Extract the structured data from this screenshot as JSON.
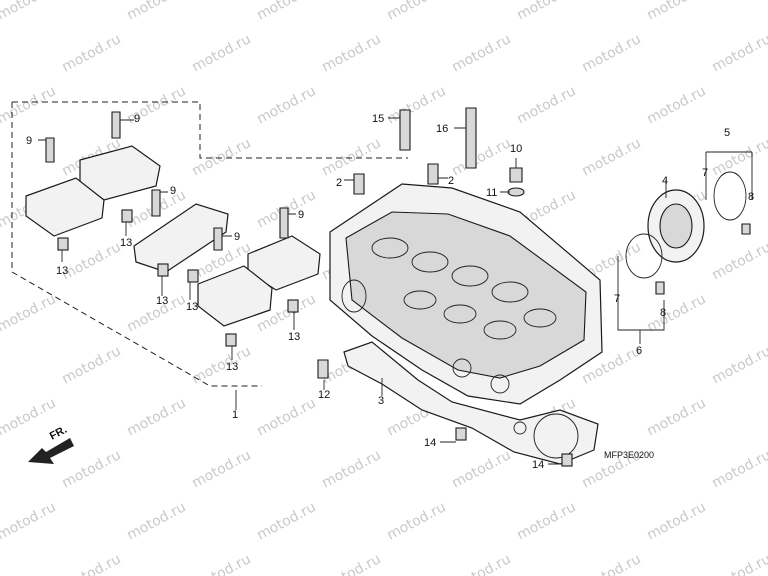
{
  "watermark": {
    "text": "motod.ru"
  },
  "diagram_code": "MFP3E0200",
  "direction_label": "FR.",
  "callouts": {
    "c1": "1",
    "c2a": "2",
    "c2b": "2",
    "c3": "3",
    "c4": "4",
    "c5": "5",
    "c6": "6",
    "c7a": "7",
    "c7b": "7",
    "c8a": "8",
    "c8b": "8",
    "c9a": "9",
    "c9b": "9",
    "c9c": "9",
    "c9d": "9",
    "c9e": "9",
    "c10": "10",
    "c11": "11",
    "c12": "12",
    "c13a": "13",
    "c13b": "13",
    "c13c": "13",
    "c13d": "13",
    "c13e": "13",
    "c13f": "13",
    "c14a": "14",
    "c14b": "14",
    "c15": "15",
    "c16": "16"
  },
  "colors": {
    "line": "#1a1a1a",
    "fill": "#f2f2f2",
    "watermark": "#c9c9c9"
  }
}
